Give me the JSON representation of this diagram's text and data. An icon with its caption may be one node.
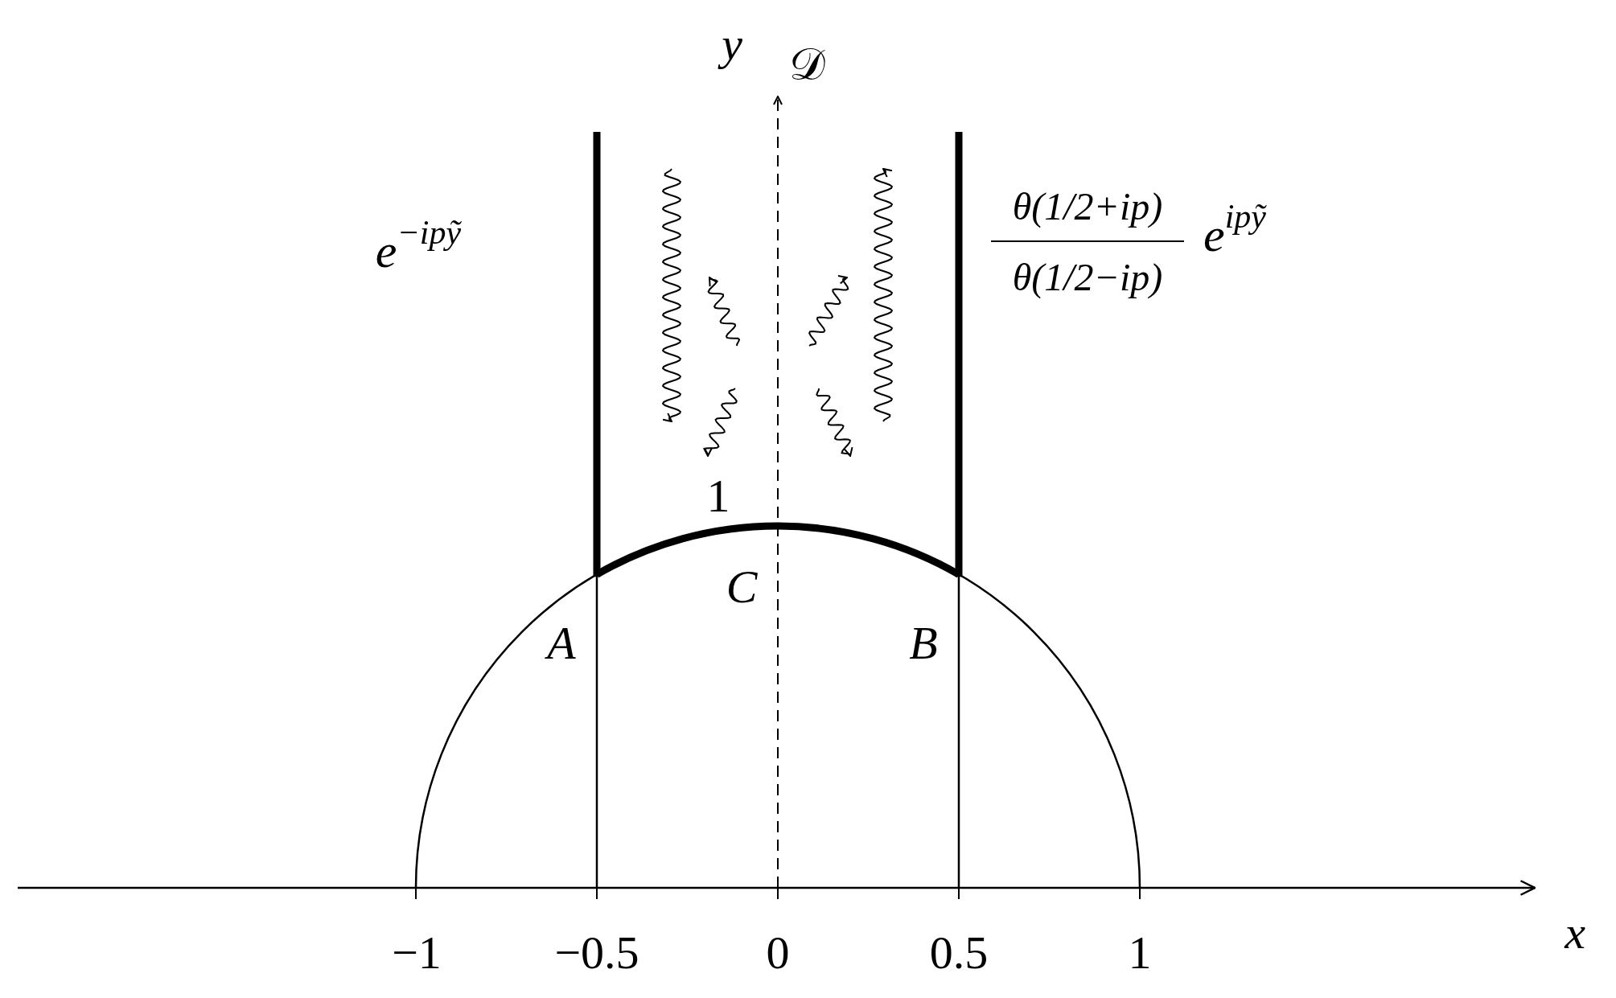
{
  "diagram": {
    "labels": [
      "y",
      "𝒟",
      "e$^{−ipỹ}$",
      "θ(1/2+ip)",
      "θ(1/2−ip)",
      "e$^{ipỹ}$",
      "1",
      "C",
      "A",
      "B",
      "x",
      "−1",
      "−0.5",
      "0",
      "0.5",
      "1"
    ]
  }
}
